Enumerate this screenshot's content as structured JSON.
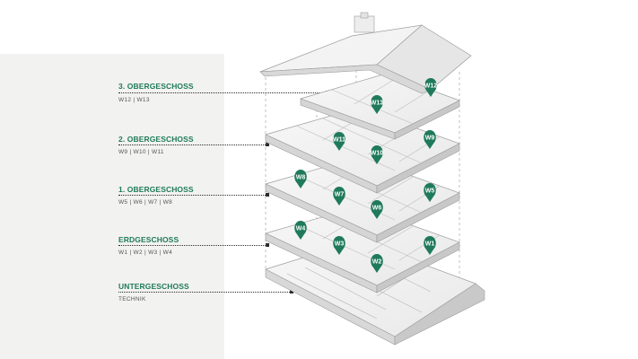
{
  "colors": {
    "accent": "#1f7a5a",
    "label_green": "#1f7a5a",
    "panel": "#f2f2f1",
    "leader": "#2b2b2b"
  },
  "floors": [
    {
      "id": "og3",
      "title": "3. OBERGESCHOSS",
      "units": "W12 | W13"
    },
    {
      "id": "og2",
      "title": "2. OBERGESCHOSS",
      "units": "W9 | W10 | W11"
    },
    {
      "id": "og1",
      "title": "1. OBERGESCHOSS",
      "units": "W5 | W6 | W7 | W8"
    },
    {
      "id": "eg",
      "title": "ERDGESCHOSS",
      "units": "W1 | W2 | W3 | W4"
    },
    {
      "id": "ug",
      "title": "UNTERGESCHOSS",
      "units": "TECHNIK"
    }
  ],
  "markers": [
    "W12",
    "W13",
    "W11",
    "W9",
    "W10",
    "W8",
    "W7",
    "W5",
    "W6",
    "W4",
    "W3",
    "W1",
    "W2"
  ]
}
